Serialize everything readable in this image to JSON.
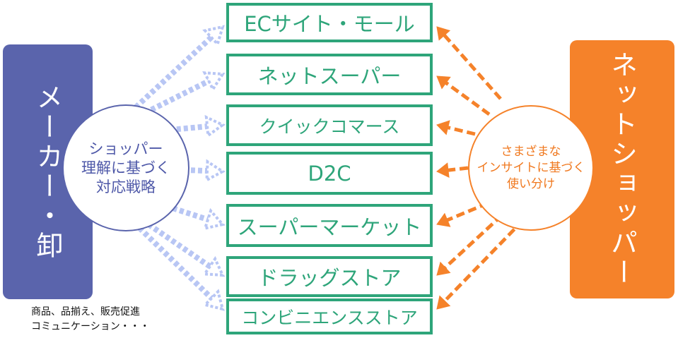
{
  "left_panel": {
    "label": "メーカー・卸",
    "note": "商品、品揃え、販売促進\nコミュニケーション・・・"
  },
  "left_circle": {
    "text": "ショッパー\n理解に基づく\n対応戦略"
  },
  "right_panel": {
    "label": "ネットショッパー"
  },
  "right_circle": {
    "text": "さまざまな\nインサイトに基づく\n使い分け"
  },
  "channels": [
    "ECサイト・モール",
    "ネットスーパー",
    "クイックコマース",
    "D2C",
    "スーパーマーケット",
    "ドラッグストア",
    "コンビニエンスストア"
  ],
  "colors": {
    "maker": "#5a64ac",
    "shopper": "#f5822a",
    "channel": "#2ea57a"
  }
}
